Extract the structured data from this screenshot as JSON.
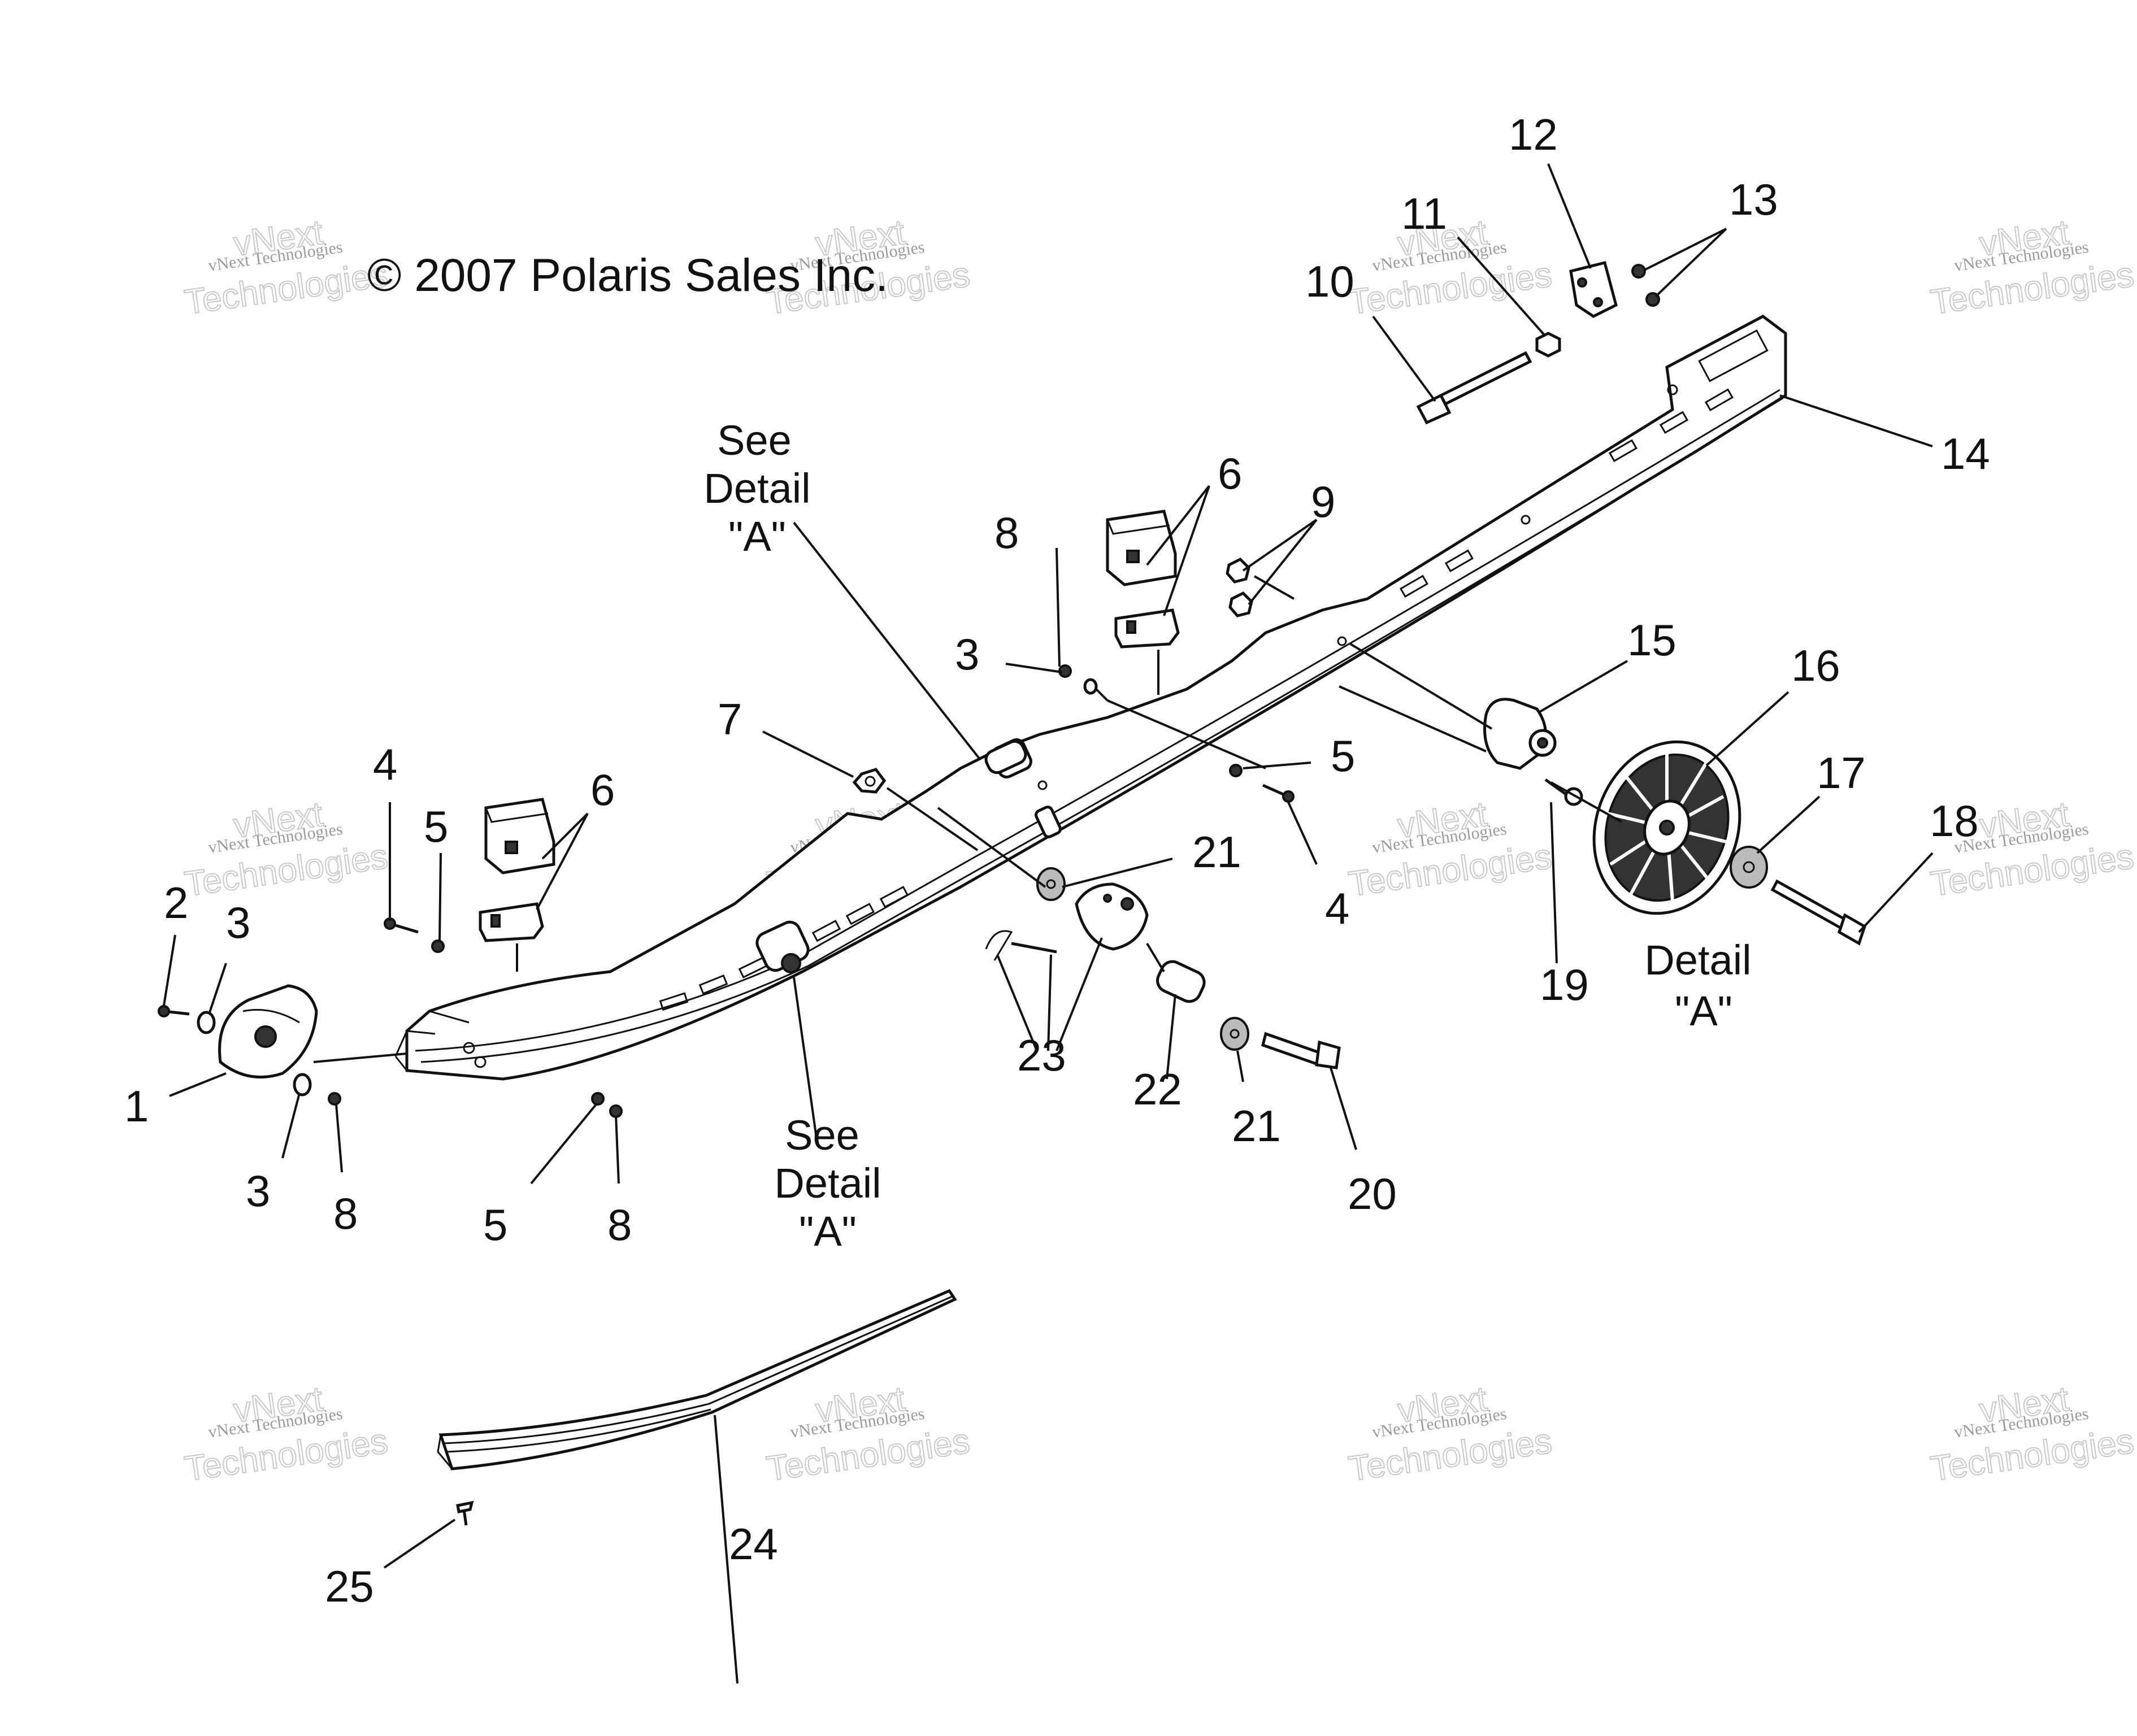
{
  "copyright": "© 2007 Polaris Sales Inc.",
  "watermark": {
    "line1": "vNext Technologies",
    "big_line1": "vNext",
    "big_line2": "Technologies"
  },
  "detail_labels": {
    "see_detail_top": [
      "See",
      "Detail",
      "\"A\""
    ],
    "see_detail_bottom": [
      "See",
      "Detail",
      "\"A\""
    ],
    "detail_a": [
      "Detail",
      "\"A\""
    ]
  },
  "callouts": [
    {
      "id": "c1",
      "number": "1"
    },
    {
      "id": "c2",
      "number": "2"
    },
    {
      "id": "c3a",
      "number": "3"
    },
    {
      "id": "c3b",
      "number": "3"
    },
    {
      "id": "c3c",
      "number": "3"
    },
    {
      "id": "c4a",
      "number": "4"
    },
    {
      "id": "c4b",
      "number": "4"
    },
    {
      "id": "c5a",
      "number": "5"
    },
    {
      "id": "c5b",
      "number": "5"
    },
    {
      "id": "c5c",
      "number": "5"
    },
    {
      "id": "c6a",
      "number": "6"
    },
    {
      "id": "c6b",
      "number": "6"
    },
    {
      "id": "c7",
      "number": "7"
    },
    {
      "id": "c8a",
      "number": "8"
    },
    {
      "id": "c8b",
      "number": "8"
    },
    {
      "id": "c8c",
      "number": "8"
    },
    {
      "id": "c9",
      "number": "9"
    },
    {
      "id": "c10",
      "number": "10"
    },
    {
      "id": "c11",
      "number": "11"
    },
    {
      "id": "c12",
      "number": "12"
    },
    {
      "id": "c13",
      "number": "13"
    },
    {
      "id": "c14",
      "number": "14"
    },
    {
      "id": "c15",
      "number": "15"
    },
    {
      "id": "c16",
      "number": "16"
    },
    {
      "id": "c17",
      "number": "17"
    },
    {
      "id": "c18",
      "number": "18"
    },
    {
      "id": "c19",
      "number": "19"
    },
    {
      "id": "c20",
      "number": "20"
    },
    {
      "id": "c21a",
      "number": "21"
    },
    {
      "id": "c21b",
      "number": "21"
    },
    {
      "id": "c22",
      "number": "22"
    },
    {
      "id": "c23",
      "number": "23"
    },
    {
      "id": "c24",
      "number": "24"
    },
    {
      "id": "c25",
      "number": "25"
    }
  ]
}
